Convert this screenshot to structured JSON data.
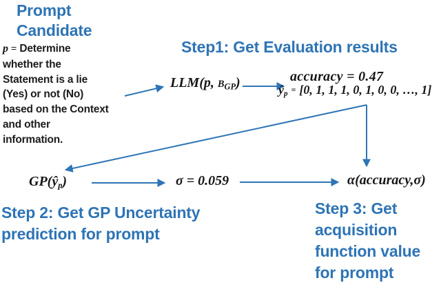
{
  "colors": {
    "heading_blue": "#2E74B5",
    "arrow_blue": "#2E75B6",
    "body_text": "#1c1c1c"
  },
  "title": {
    "line1": "Prompt",
    "line2": "Candidate"
  },
  "prompt": {
    "p": "p",
    "eq": "=",
    "first": "Determine",
    "lines": [
      "whether the",
      "Statement is a lie",
      "(Yes) or not (No)",
      "based on the Context",
      "and other",
      "information."
    ]
  },
  "step1": {
    "label": "Step1: Get Evaluation results"
  },
  "llm": {
    "pre": "LLM(p,",
    "base": "B",
    "sub": "GP",
    "post": ")"
  },
  "evaluation": {
    "accuracy": "accuracy = 0.47",
    "yhat_base": "ŷ",
    "yhat_sub": "p",
    "yhat_eq": "=",
    "yhat_list": "[0, 1, 1, 1, 0, 1, 0, 0, …, 1]"
  },
  "gp": {
    "pre": "GP(",
    "base": "ŷ",
    "sub": "p",
    "post": ")"
  },
  "sigma": {
    "label": "σ = 0.059"
  },
  "alpha": {
    "label": "α(accuracy,σ)"
  },
  "step2": {
    "line1": "Step 2: Get GP Uncertainty",
    "line2": "prediction for prompt"
  },
  "step3": {
    "line1": "Step 3: Get",
    "line2": "acquisition",
    "line3": "function value",
    "line4": "for prompt"
  }
}
